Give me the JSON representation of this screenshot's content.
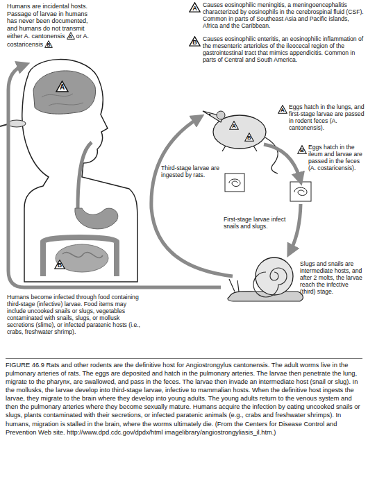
{
  "diagram": {
    "caption": "FIGURE 46.9 Rats and other rodents are the definitive host for Angiostrongylus cantonensis. The adult worms live in the pulmonary arteries of rats. The eggs are deposited and hatch in the pulmonary arteries. The larvae then penetrate the lung, migrate to the pharynx, are swallowed, and pass in the feces. The larvae then invade an intermediate host (snail or slug). In the mollusks, the larvae develop into third-stage larvae, infective to mammalian hosts. When the definitive host ingests the larvae, they migrate to the brain where they develop into young adults. The young adults return to the venous system and then the pulmonary arteries where they become sexually mature. Humans acquire the infection by eating uncooked snails or slugs, plants contaminated with their secretions, or infected paratenic animals (e.g., crabs and freshwater shrimps). In humans, migration is stalled in the brain, where the worms ultimately die. (From the Centers for Disease Control and Prevention Web site. http://www.dpd.cdc.gov/dpdx/html imagelibrary/angiostrongyliasis_il.htm.)",
    "nodes": [
      {
        "text": [
          "A"
        ]
      },
      {
        "text": [
          "B"
        ]
      },
      {
        "text": [
          "A"
        ]
      },
      {
        "text": [
          "B"
        ]
      },
      {
        "text": [
          "A"
        ]
      },
      {
        "text": [
          "A"
        ]
      },
      {
        "text": [
          "B"
        ]
      },
      {
        "text": [
          "A"
        ]
      },
      {
        "text": [
          "B"
        ]
      },
      {
        "text": [
          "B"
        ]
      }
    ],
    "labels": [
      "Humans are incidental hosts. Passage of larvae in humans has never been documented, and humans do not transmit either A. cantonensis",
      "or A. costaricensis",
      "Causes eosinophilic meningitis, a meningoencephalitis characterized by eosinophils in the cerebrospinal fluid (CSF). Common in parts of Southeast Asia and Pacific islands, Africa and the Caribbean.",
      "Causes eosinophilic enteritis, an eosinophilic inflammation of the mesenteric arterioles of the ileocecal region of the gastrointestinal tract that mimics appendicitis. Common in parts of Central and South America.",
      "Eggs hatch in the lungs, and first-stage larvae are passed in rodent feces (A. cantonensis).",
      "Eggs hatch in the ileum and larvae are passed in the feces (A. costaricensis).",
      "Third-stage larvae are ingested by rats.",
      "First-stage larvae infect snails and slugs.",
      "Slugs and snails are intermediate hosts, and after 2 molts, the larvae reach the infective (third) stage.",
      "Humans become infected through food containing third-stage (infective) larvae. Food items may include uncooked snails or slugs, vegetables contaminated with snails, slugs, or mollusk secretions (slime), or infected paratenic hosts (i.e., crabs, freshwater shrimp)."
    ]
  }
}
